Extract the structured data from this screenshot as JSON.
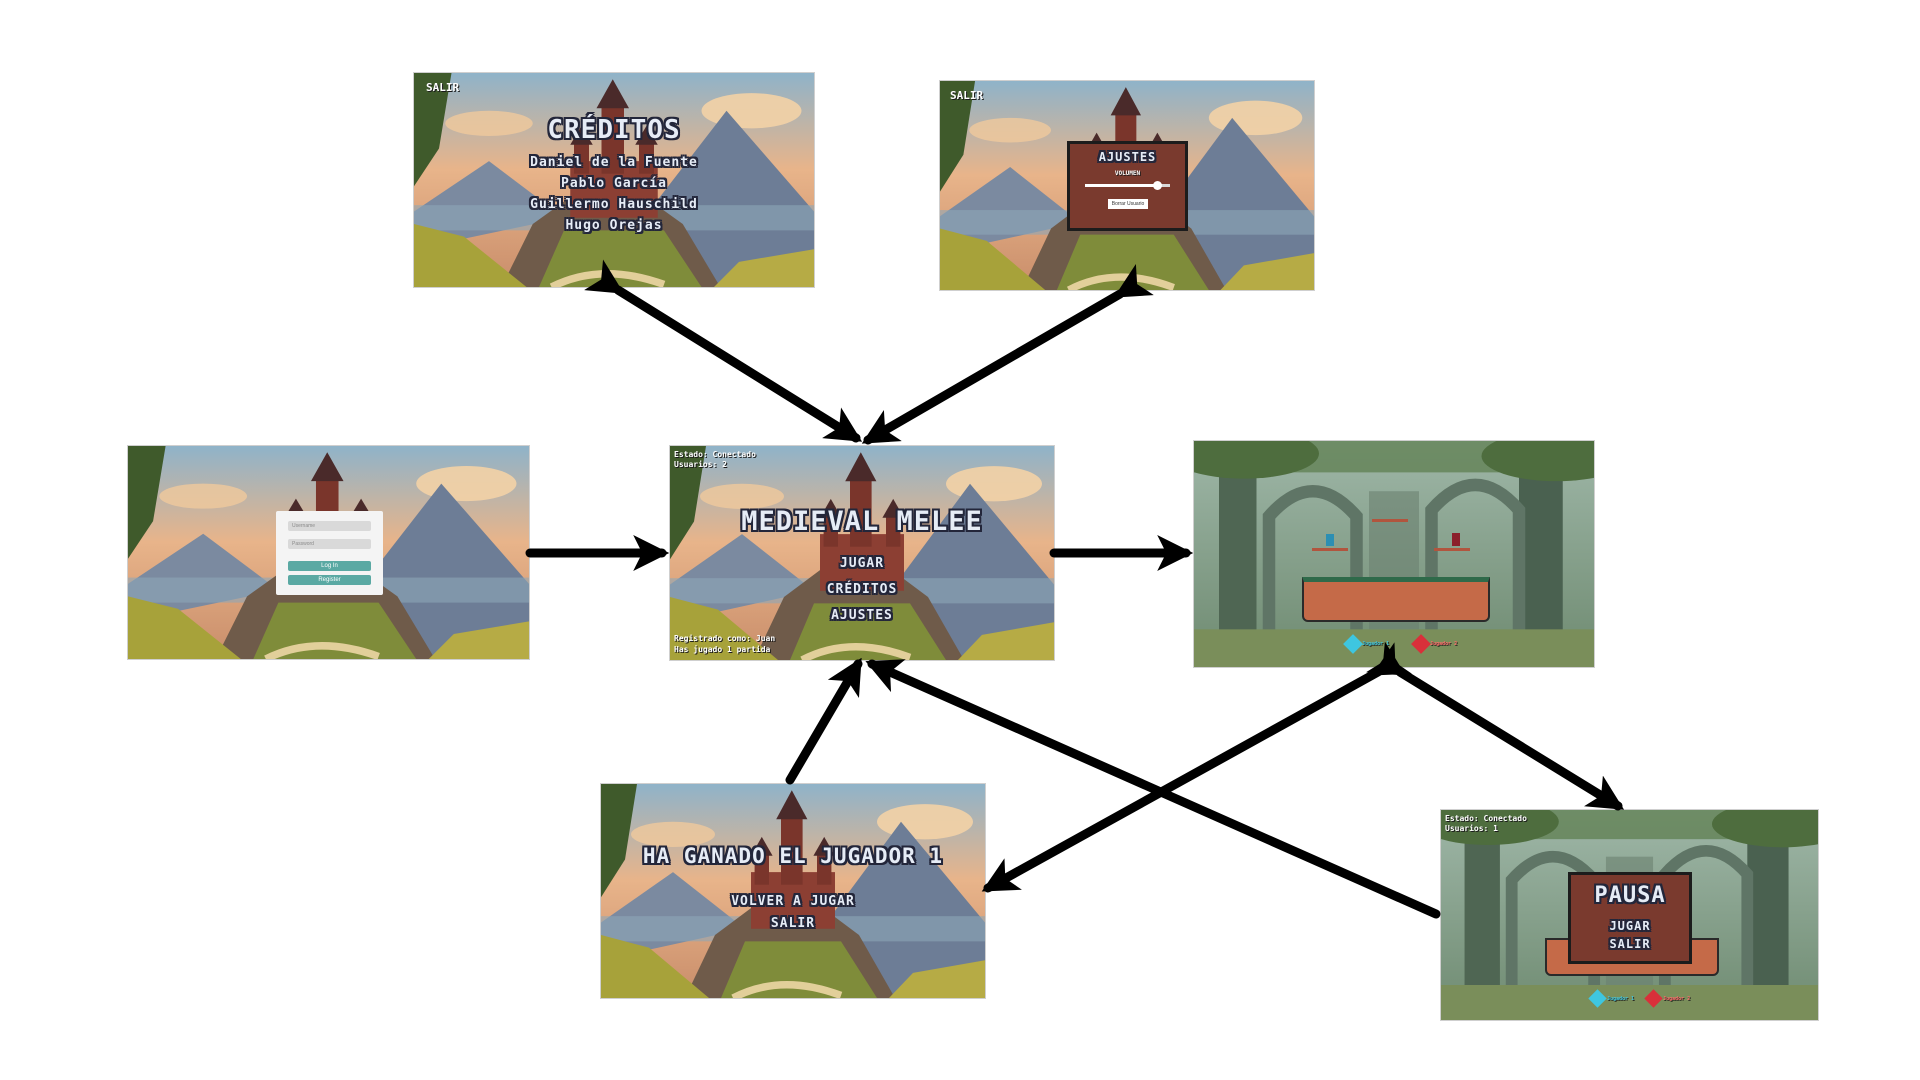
{
  "credits": {
    "exit": "SALIR",
    "title": "CRÉDITOS",
    "names": [
      "Daniel de la Fuente",
      "Pablo García",
      "Guillermo Hauschild",
      "Hugo Orejas"
    ]
  },
  "settings": {
    "exit": "SALIR",
    "title": "AJUSTES",
    "volume_label": "VOLUMEN",
    "volume": 0.85,
    "delete_button": "Borrar Usuario"
  },
  "login": {
    "username_placeholder": "Username",
    "password_placeholder": "Password",
    "login_button": "Log In",
    "register_button": "Register"
  },
  "menu": {
    "status": "Estado: Conectado",
    "users": "Usuarios: 2",
    "title": "MEDIEVAL MELEE",
    "items": [
      "JUGAR",
      "CRÉDITOS",
      "AJUSTES"
    ],
    "footer_line1": "Registrado como: Juan",
    "footer_line2": "Has jugado 1 partida"
  },
  "game": {
    "player1": "Jugador 1",
    "player2": "Jugador 2"
  },
  "winner": {
    "title": "HA GANADO EL JUGADOR 1",
    "items": [
      "VOLVER A JUGAR",
      "SALIR"
    ]
  },
  "pause": {
    "status": "Estado: Conectado",
    "users": "Usuarios: 1",
    "title": "PAUSA",
    "items": [
      "JUGAR",
      "SALIR"
    ],
    "player1": "Jugador 1",
    "player2": "Jugador 2"
  },
  "colors": {
    "arrow": "#000000",
    "panel": "#7a3a2e",
    "accent_teal": "#5aa9a3",
    "p1": "#3ec6e0",
    "p2": "#d9303a"
  }
}
